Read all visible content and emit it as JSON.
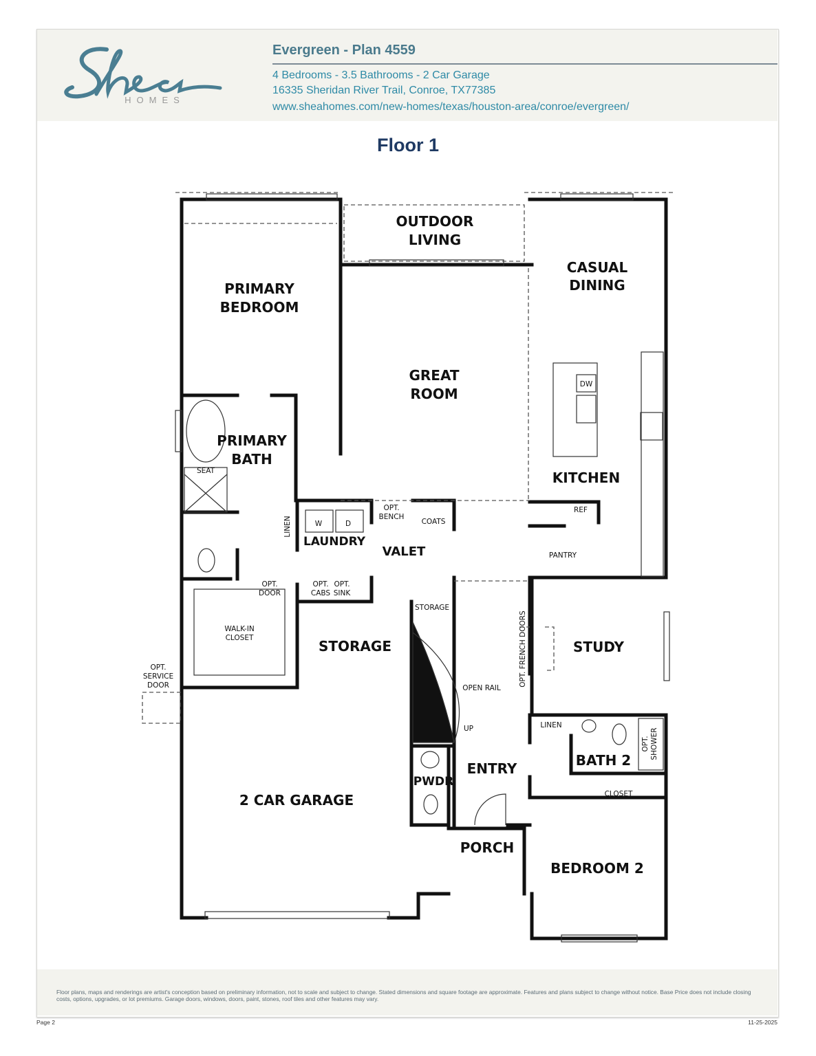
{
  "header": {
    "logo_text": "Shea",
    "logo_subtext": "HOMES",
    "title": "Evergreen - Plan 4559",
    "specs": "4 Bedrooms - 3.5 Bathrooms - 2 Car Garage",
    "address": "16335 Sheridan River Trail, Conroe, TX77385",
    "url": "www.sheahomes.com/new-homes/texas/houston-area/conroe/evergreen/"
  },
  "colors": {
    "title": "#4a7a8c",
    "link": "#2e8aa6",
    "floor_title": "#1f3a63",
    "panel": "#f3f3ee"
  },
  "floor_title": "Floor 1",
  "plan": {
    "outdoor_living": [
      "OUTDOOR",
      "LIVING"
    ],
    "casual_dining": [
      "CASUAL",
      "DINING"
    ],
    "primary_bedroom": [
      "PRIMARY",
      "BEDROOM"
    ],
    "great_room": [
      "GREAT",
      "ROOM"
    ],
    "primary_bath": [
      "PRIMARY",
      "BATH"
    ],
    "kitchen": "KITCHEN",
    "dw": "DW",
    "ref": "REF",
    "pantry": "PANTRY",
    "seat": "SEAT",
    "linen": "LINEN",
    "w": "W",
    "d": "D",
    "laundry": "LAUNDRY",
    "opt_bench": [
      "OPT.",
      "BENCH"
    ],
    "coats": "COATS",
    "valet": "VALET",
    "opt_door": [
      "OPT.",
      "DOOR"
    ],
    "opt_cabs": [
      "OPT.",
      "CABS"
    ],
    "opt_sink": [
      "OPT.",
      "SINK"
    ],
    "walk_in_closet": [
      "WALK-IN",
      "CLOSET"
    ],
    "storage": "STORAGE",
    "stair_storage": "STORAGE",
    "opt_service_door": [
      "OPT.",
      "SERVICE",
      "DOOR"
    ],
    "open_rail": "OPEN RAIL",
    "up": "UP",
    "opt_french_doors": "OPT. FRENCH DOORS",
    "study": "STUDY",
    "linen_2": "LINEN",
    "opt_shower": [
      "OPT.",
      "SHOWER"
    ],
    "bath_2": "BATH 2",
    "closet": "CLOSET",
    "entry": "ENTRY",
    "pwdr": "PWDR",
    "garage": "2 CAR GARAGE",
    "porch": "PORCH",
    "bedroom_2": "BEDROOM 2"
  },
  "footer": {
    "disclaimer": "Floor plans, maps and renderings are artist's conception based on preliminary information, not to scale and subject to change. Stated dimensions and square footage are approximate. Features and plans subject to change without notice. Base Price does not include closing costs, options, upgrades, or lot premiums. Garage doors, windows, doors, paint, stones, roof tiles and other features may vary.",
    "page": "Page 2",
    "date": "11-25-2025"
  }
}
